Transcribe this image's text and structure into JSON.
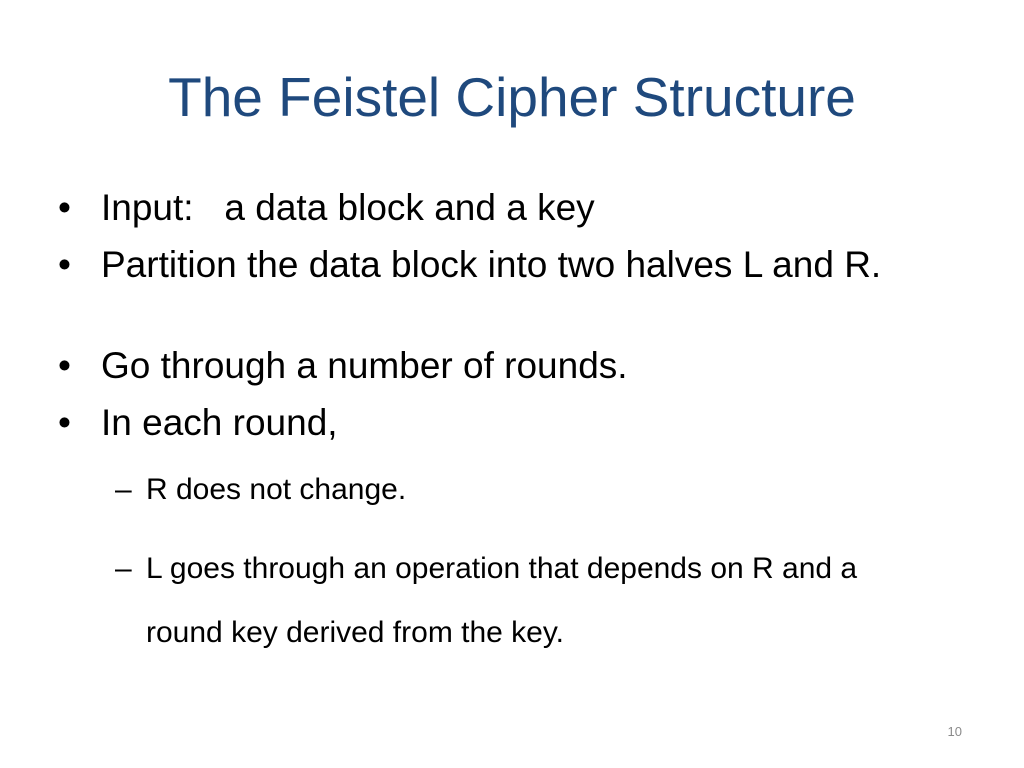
{
  "slide": {
    "title": "The Feistel Cipher Structure",
    "bullet_marker": "•",
    "sub_marker": "–",
    "bullets": [
      {
        "text": "Input:   a data block and a key"
      },
      {
        "text": "Partition the data block into two halves L and R."
      },
      {
        "text": "Go through a number of rounds."
      },
      {
        "text": "In each round,"
      }
    ],
    "sub_bullets": [
      {
        "text": "R does not change."
      },
      {
        "text": "L goes through an operation that depends on R and a round key derived from the key."
      }
    ],
    "page_number": "10"
  },
  "colors": {
    "title": "#1f497d",
    "body": "#000000",
    "page_number": "#8a8a8a"
  }
}
